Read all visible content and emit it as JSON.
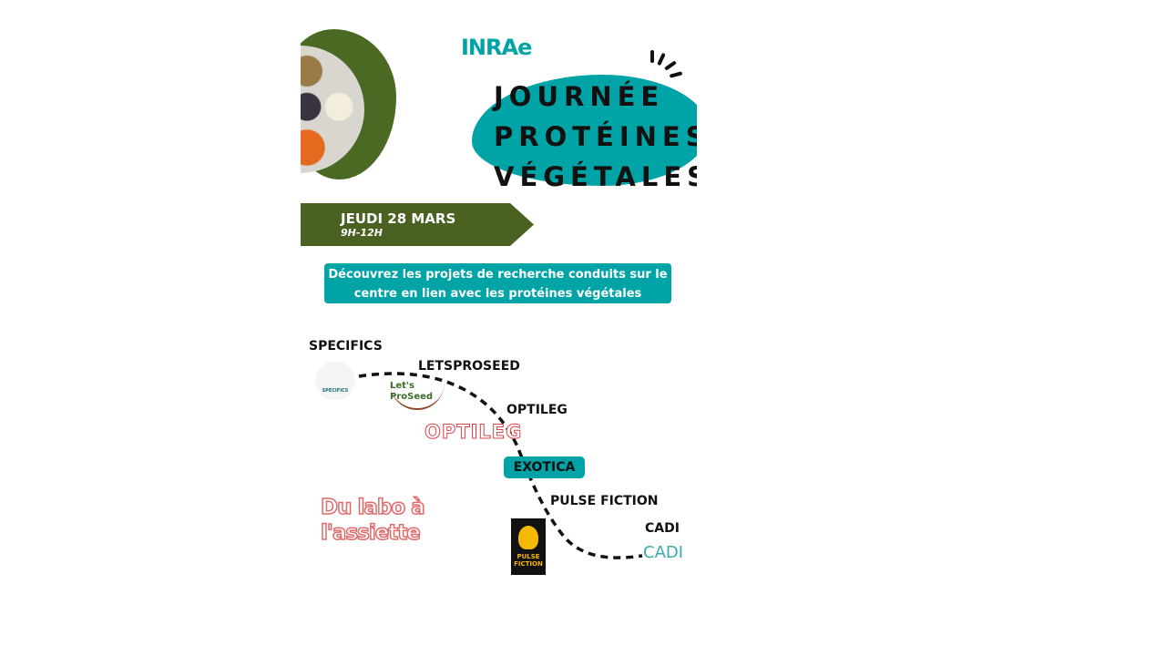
{
  "logo": "INRAe",
  "title": [
    "JOURNÉE",
    "PROTÉINES",
    "VÉGÉTALES"
  ],
  "date": {
    "day": "JEUDI 28 MARS",
    "hours": "9H-12H"
  },
  "banner": [
    "Découvrez les projets de recherche conduits sur le",
    "centre en lien avec les protéines végétales"
  ],
  "projects": {
    "specifics": "SPECIFICS",
    "letsproseed": "LETSPROSEED",
    "optileg": "OPTILEG",
    "exotica": "EXOTICA",
    "pulse_fiction": "PULSE FICTION",
    "cadi": "CADI"
  },
  "logos": {
    "specifics": "SPECIFICS",
    "letsproseed": "Let's ProSeed",
    "optileg": "OPTILEG",
    "pulse_fiction": "PULSE FICTION",
    "cadi": "CADI"
  },
  "slogan": [
    "Du labo à",
    "l'assiette"
  ],
  "colors": {
    "teal": "#00a3a6",
    "green": "#4a6122",
    "red": "#e06a6a"
  }
}
